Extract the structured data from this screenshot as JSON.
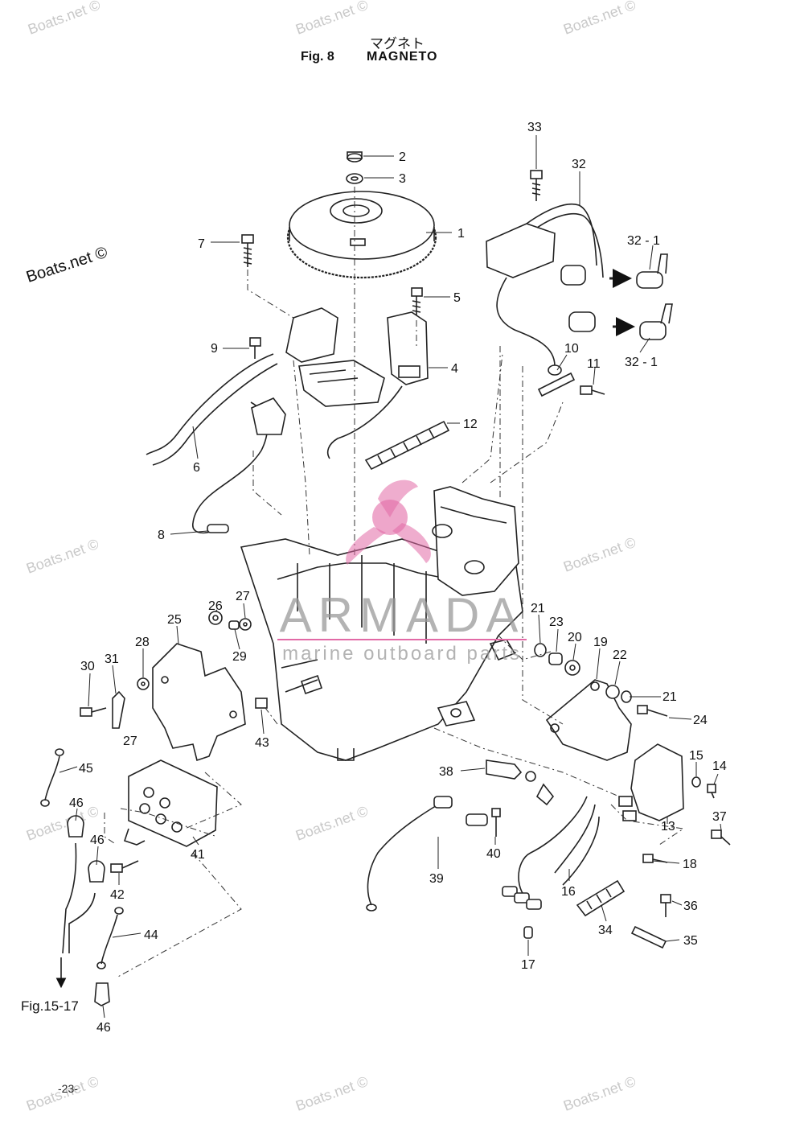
{
  "header": {
    "title_jp": "マグネト",
    "figure_label": "Fig. 8",
    "figure_name": "MAGNETO"
  },
  "watermarks": {
    "text": "Boats.net ©",
    "site": "Boats.net ©"
  },
  "brand": {
    "name": "ARMADA",
    "tagline": "marine outboard parts",
    "color": "#e26aa6"
  },
  "reference": {
    "fig_ref": "Fig.15-17"
  },
  "footer": {
    "page_number": "-23-"
  },
  "callouts": [
    {
      "id": "c2",
      "label": "2"
    },
    {
      "id": "c3",
      "label": "3"
    },
    {
      "id": "c1",
      "label": "1"
    },
    {
      "id": "c7",
      "label": "7"
    },
    {
      "id": "c5",
      "label": "5"
    },
    {
      "id": "c9",
      "label": "9"
    },
    {
      "id": "c4",
      "label": "4"
    },
    {
      "id": "c6",
      "label": "6"
    },
    {
      "id": "c12",
      "label": "12"
    },
    {
      "id": "c8",
      "label": "8"
    },
    {
      "id": "c33",
      "label": "33"
    },
    {
      "id": "c32",
      "label": "32"
    },
    {
      "id": "c32-1a",
      "label": "32 - 1"
    },
    {
      "id": "c32-1b",
      "label": "32 - 1"
    },
    {
      "id": "c10",
      "label": "10"
    },
    {
      "id": "c11",
      "label": "11"
    },
    {
      "id": "c26",
      "label": "26"
    },
    {
      "id": "c27a",
      "label": "27"
    },
    {
      "id": "c25",
      "label": "25"
    },
    {
      "id": "c29",
      "label": "29"
    },
    {
      "id": "c28",
      "label": "28"
    },
    {
      "id": "c30",
      "label": "30"
    },
    {
      "id": "c31",
      "label": "31"
    },
    {
      "id": "c27b",
      "label": "27"
    },
    {
      "id": "c43",
      "label": "43"
    },
    {
      "id": "c21a",
      "label": "21"
    },
    {
      "id": "c23",
      "label": "23"
    },
    {
      "id": "c20",
      "label": "20"
    },
    {
      "id": "c19",
      "label": "19"
    },
    {
      "id": "c22",
      "label": "22"
    },
    {
      "id": "c21b",
      "label": "21"
    },
    {
      "id": "c24",
      "label": "24"
    },
    {
      "id": "c15",
      "label": "15"
    },
    {
      "id": "c14",
      "label": "14"
    },
    {
      "id": "c38",
      "label": "38"
    },
    {
      "id": "c13",
      "label": "13"
    },
    {
      "id": "c37",
      "label": "37"
    },
    {
      "id": "c45",
      "label": "45"
    },
    {
      "id": "c46a",
      "label": "46"
    },
    {
      "id": "c46b",
      "label": "46"
    },
    {
      "id": "c41",
      "label": "41"
    },
    {
      "id": "c42",
      "label": "42"
    },
    {
      "id": "c44",
      "label": "44"
    },
    {
      "id": "c46c",
      "label": "46"
    },
    {
      "id": "c40",
      "label": "40"
    },
    {
      "id": "c39",
      "label": "39"
    },
    {
      "id": "c18",
      "label": "18"
    },
    {
      "id": "c16",
      "label": "16"
    },
    {
      "id": "c36",
      "label": "36"
    },
    {
      "id": "c34",
      "label": "34"
    },
    {
      "id": "c35",
      "label": "35"
    },
    {
      "id": "c17",
      "label": "17"
    }
  ]
}
